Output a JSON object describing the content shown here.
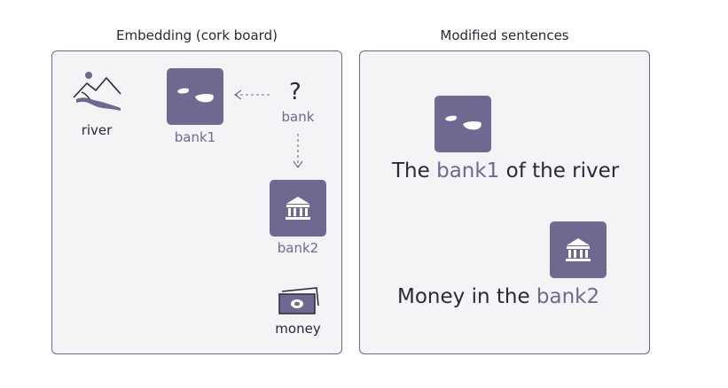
{
  "left_panel": {
    "title": "Embedding (cork board)",
    "items": {
      "river": "river",
      "bank1": "bank1",
      "question": "?",
      "bank": "bank",
      "bank2": "bank2",
      "money": "money"
    }
  },
  "right_panel": {
    "title": "Modified sentences",
    "sentence1": {
      "pre": "The ",
      "word": "bank1",
      "post": " of the river"
    },
    "sentence2": {
      "pre": "Money in the ",
      "word": "bank2",
      "post": ""
    }
  },
  "colors": {
    "accent": "#6f6891",
    "panel_bg": "#f4f4f7",
    "border": "#6e6790",
    "text": "#2b2838"
  },
  "icons": [
    "river-landscape-icon",
    "riverbank-icon",
    "bank-building-icon",
    "money-bill-icon"
  ]
}
